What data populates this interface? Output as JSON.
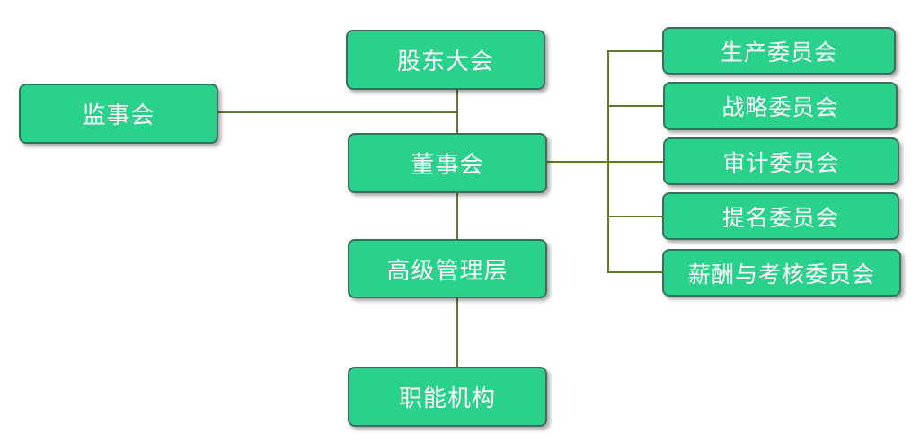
{
  "nodes": {
    "shareholders": "股东大会",
    "supervisory_board": "监事会",
    "board_of_directors": "董事会",
    "senior_management": "高级管理层",
    "functional_departments": "职能机构"
  },
  "committees": [
    "生产委员会",
    "战略委员会",
    "审计委员会",
    "提名委员会",
    "薪酬与考核委员会"
  ],
  "colors": {
    "node_fill": "#2ad18a",
    "node_border": "#3b6e5c",
    "connector": "#5c7a2e",
    "text": "#ffffff"
  }
}
